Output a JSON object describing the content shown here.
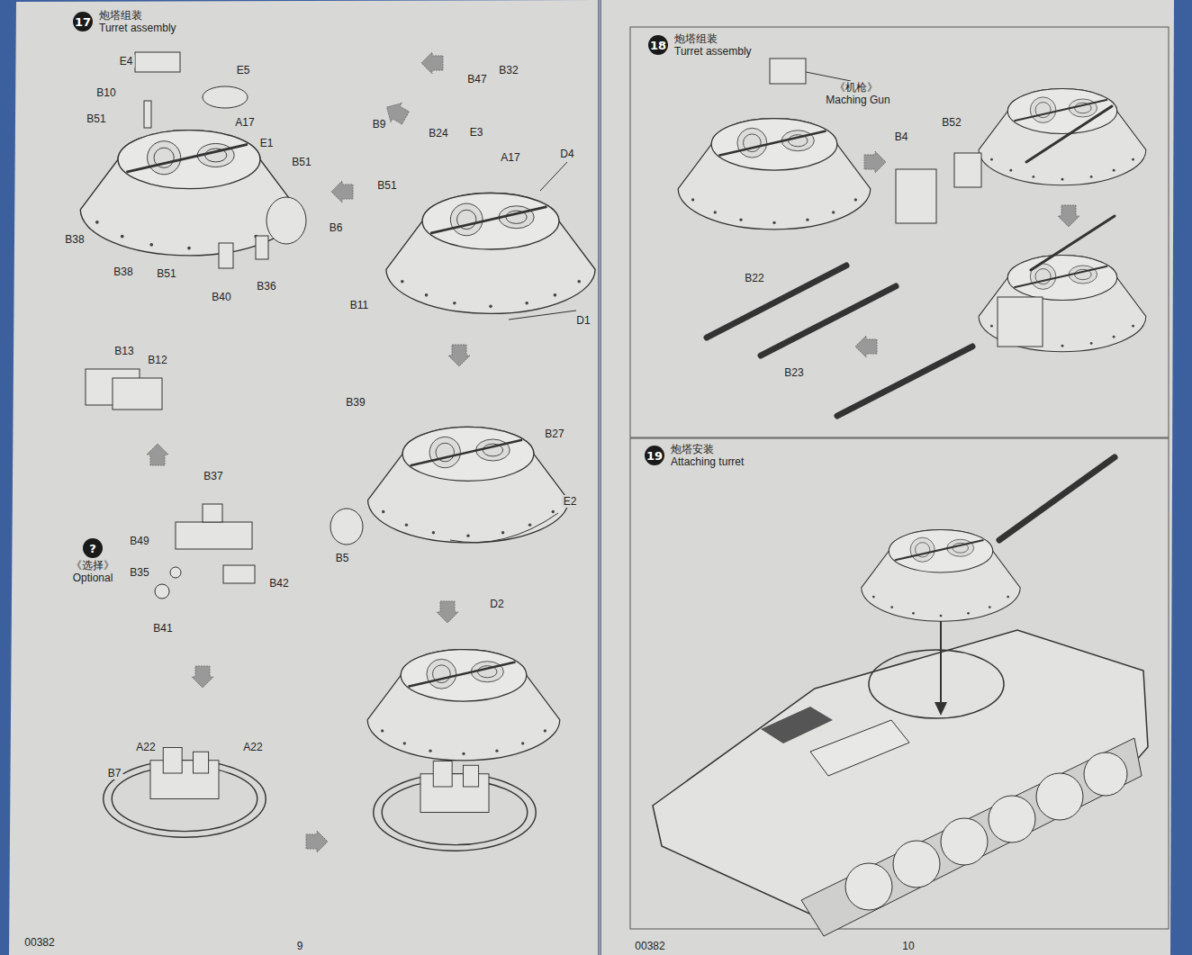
{
  "diagram": {
    "nodes": [
      {
        "text": [
          "17",
          "炮塔组装",
          "Turret assembly"
        ]
      },
      {
        "text": [
          "18",
          "炮塔组装",
          "Turret assembly"
        ]
      },
      {
        "text": [
          "19",
          "炮塔安装",
          "Attaching turret"
        ]
      },
      {
        "text": [
          "?",
          "《选择》",
          "Optional"
        ]
      }
    ],
    "labels": [
      "E4",
      "E5",
      "B10",
      "A17",
      "E1",
      "B51",
      "B51",
      "B6",
      "B38",
      "B38",
      "B51",
      "B40",
      "B36",
      "B9",
      "B47",
      "B32",
      "B24",
      "E3",
      "A17",
      "D4",
      "B51",
      "B11",
      "D1",
      "B13",
      "B12",
      "B39",
      "B27",
      "E2",
      "B5",
      "D2",
      "B37",
      "B49",
      "B35",
      "B42",
      "B41",
      "A22",
      "A22",
      "B7",
      "《机枪》",
      "Maching Gun",
      "B52",
      "B4",
      "B22",
      "B23",
      "00382",
      "9",
      "00382",
      "10"
    ]
  }
}
